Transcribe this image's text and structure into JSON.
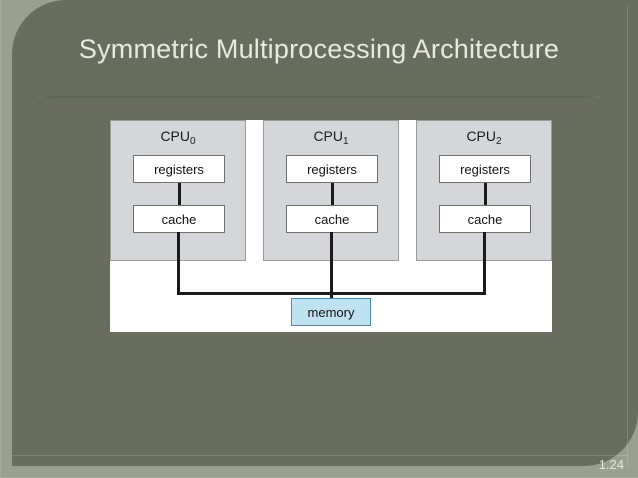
{
  "slide": {
    "title": "Symmetric Multiprocessing Architecture",
    "page_number": "1.24",
    "colors": {
      "panel_background": "#686d5d",
      "slide_background": "#9ba08e",
      "title_text": "#e8e9e0",
      "figure_background": "#ffffff",
      "cpu_block_fill": "#d4d6da",
      "cpu_block_border": "#9a9a9a",
      "unit_box_fill": "#ffffff",
      "unit_box_border": "#6e6e6e",
      "memory_fill": "#bfe2f3",
      "memory_border": "#4b89a8",
      "wire": "#1a1a1a"
    }
  },
  "diagram": {
    "type": "block-diagram",
    "cpus": [
      {
        "label": "CPU",
        "index": "0",
        "units": [
          {
            "name": "registers",
            "label": "registers"
          },
          {
            "name": "cache",
            "label": "cache"
          }
        ]
      },
      {
        "label": "CPU",
        "index": "1",
        "units": [
          {
            "name": "registers",
            "label": "registers"
          },
          {
            "name": "cache",
            "label": "cache"
          }
        ]
      },
      {
        "label": "CPU",
        "index": "2",
        "units": [
          {
            "name": "registers",
            "label": "registers"
          },
          {
            "name": "cache",
            "label": "cache"
          }
        ]
      }
    ],
    "shared": {
      "memory_label": "memory"
    }
  }
}
